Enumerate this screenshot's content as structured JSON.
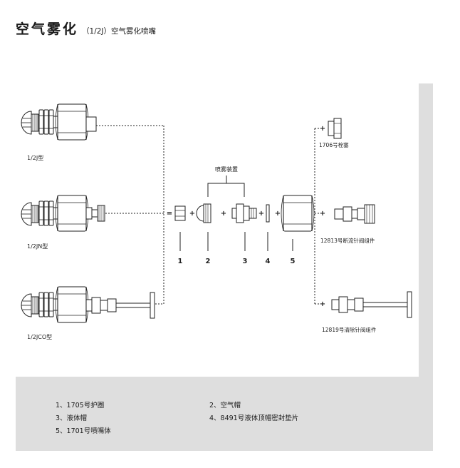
{
  "header": {
    "title": "空气雾化",
    "subtitle": "（1/2J）空气雾化喷嘴"
  },
  "labels": {
    "model_j": "1/2J型",
    "model_jn": "1/2JN型",
    "model_jco": "1/2JCO型",
    "spray_setup": "喷雾装置",
    "plug": "1706号栓塞",
    "shutoff": "12813号断流针阀组件",
    "cleanout": "12819号清除针阀组件"
  },
  "parts": {
    "n1": "1",
    "n2": "2",
    "n3": "3",
    "n4": "4",
    "n5": "5"
  },
  "symbols": {
    "plus": "+",
    "equals": "="
  },
  "legend": {
    "l1": "1、1705号护圈",
    "l2": "2、空气帽",
    "l3": "3、液体帽",
    "l4": "4、8491号液体顶帽密封垫片",
    "l5": "5、1701号喷嘴体"
  }
}
